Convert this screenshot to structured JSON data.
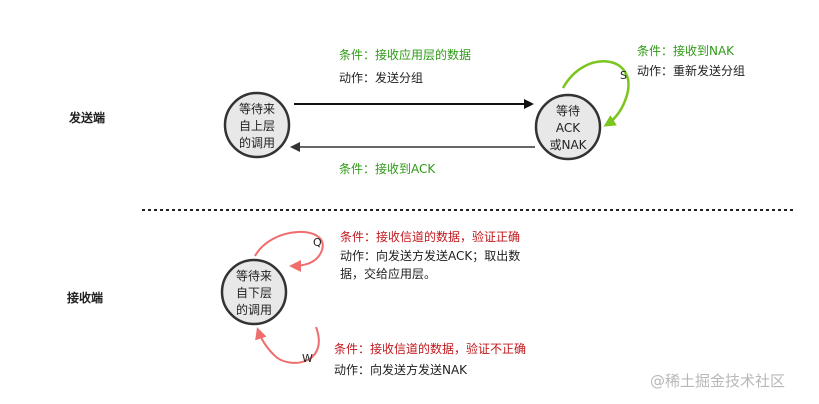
{
  "sections": {
    "sender": "发送端",
    "receiver": "接收端"
  },
  "sender_wait_upper": {
    "lines": [
      "等待来",
      "自上层",
      "的调用"
    ]
  },
  "sender_wait_ack": {
    "lines": [
      "等待",
      "ACK",
      "或NAK"
    ]
  },
  "receiver_wait_lower": {
    "lines": [
      "等待来",
      "自下层",
      "的调用"
    ]
  },
  "transitions": {
    "send": {
      "condition": "条件：接收应用层的数据",
      "action": "动作：发送分组"
    },
    "resend": {
      "condition": "条件：接收到NAK",
      "action": "动作：重新发送分组",
      "marker": "S"
    },
    "ack": {
      "condition": "条件：接收到ACK"
    },
    "recv_ok": {
      "condition": "条件：接收信道的数据，验证正确",
      "action_lines": [
        "动作：向发送方发送ACK；取出数",
        "据，交给应用层。"
      ],
      "marker": "Q"
    },
    "recv_bad": {
      "condition": "条件：接收信道的数据，验证不正确",
      "action": "动作：向发送方发送NAK",
      "marker": "W"
    }
  },
  "colors": {
    "condition_sender": "#2f9a16",
    "condition_receiver": "#c0171c",
    "loop_green": "#7ac51e",
    "loop_red": "#ef6d6d",
    "node_fill": "#e8e8e8",
    "node_stroke": "#333333"
  },
  "watermark": "@稀土掘金技术社区"
}
